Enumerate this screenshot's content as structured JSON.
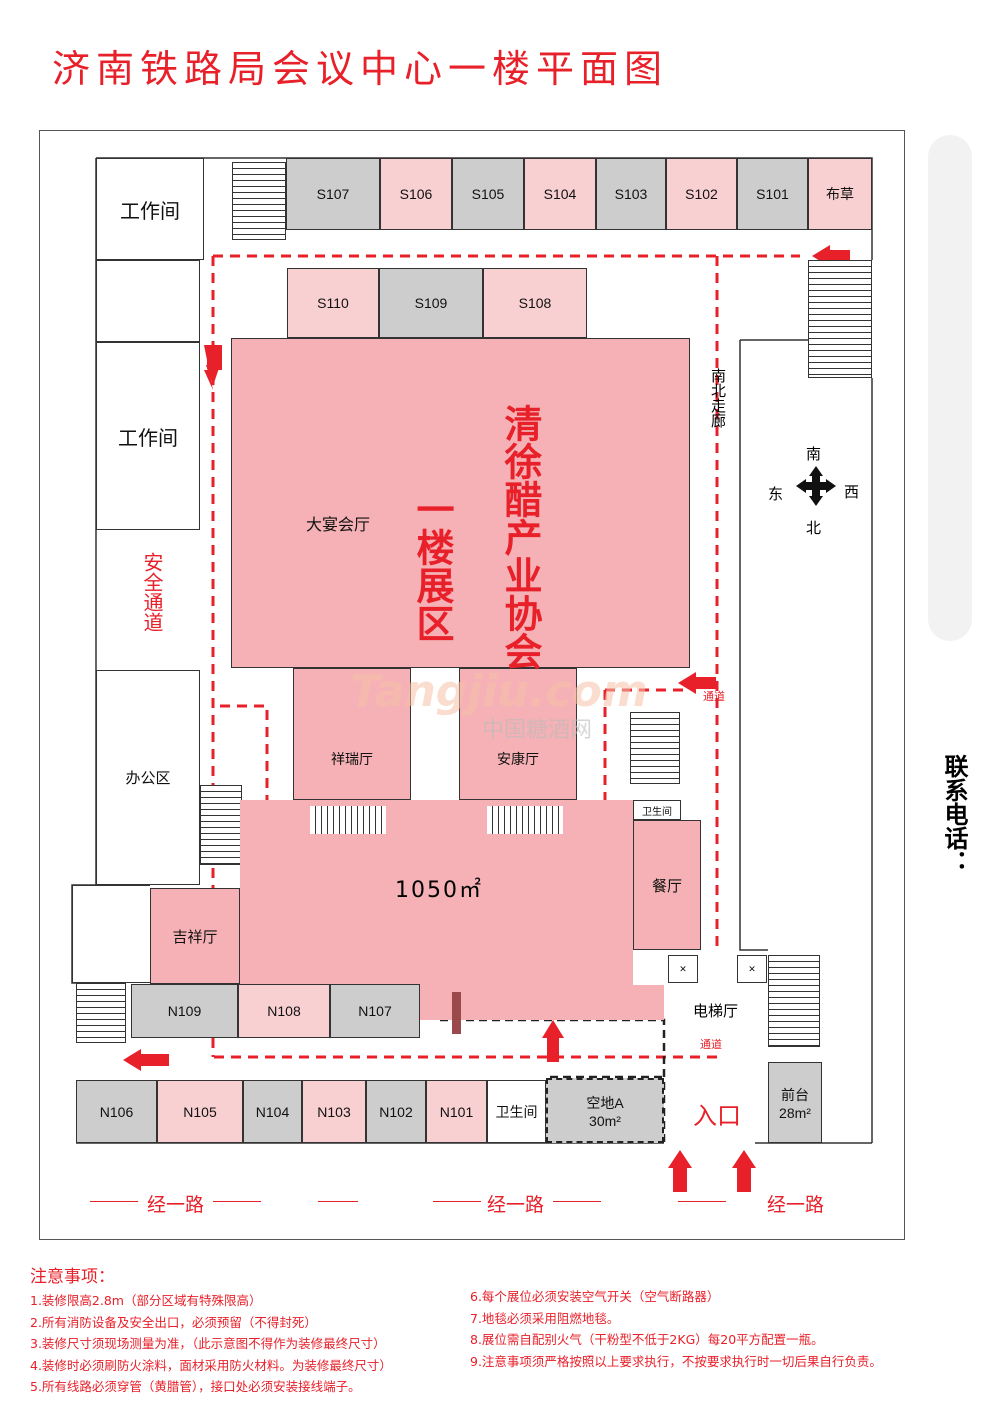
{
  "title": "济南铁路局会议中心一楼平面图",
  "colors": {
    "accent": "#e8202a",
    "pink": "#f5b1b5",
    "pink_light": "#f9d0d2",
    "gray": "#cdcdcd"
  },
  "rooms_top": [
    "S107",
    "S106",
    "S105",
    "S104",
    "S103",
    "S102",
    "S101",
    "布草"
  ],
  "rooms_mid": [
    "S110",
    "S109",
    "S108"
  ],
  "rooms_bottom_upper": [
    "N109",
    "N108",
    "N107"
  ],
  "rooms_bottom_lower": [
    "N106",
    "N105",
    "N104",
    "N103",
    "N102",
    "N101"
  ],
  "labels": {
    "workroom1": "工作间",
    "workroom2": "工作间",
    "safety_passage": "安全通道",
    "office": "办公区",
    "banquet_hall": "大宴会厅",
    "xiangrui_hall": "祥瑞厅",
    "ankang_hall": "安康厅",
    "jixiang_hall": "吉祥厅",
    "area": "1050㎡",
    "restaurant": "餐厅",
    "restroom_small": "卫生间",
    "restroom": "卫生间",
    "elevator_hall": "电梯厅",
    "space_a": "空地A",
    "space_a_area": "30m²",
    "entrance": "入口",
    "front_desk": "前台",
    "front_desk_area": "28m²",
    "corridor_ns": "南北走廊",
    "passage1": "通道",
    "passage2": "通道",
    "exhibit_zone": "一楼展区",
    "association": "清徐醋产业协会",
    "watermark_cn": "中国糖酒网",
    "watermark_en": "Tangjiu.com",
    "contact": "联系电话：",
    "road1": "经一路",
    "road2": "经一路",
    "road3": "经一路"
  },
  "compass": {
    "north": "北",
    "south": "南",
    "east": "东",
    "west": "西"
  },
  "notes": {
    "heading": "注意事项：",
    "left": [
      "1.装修限高2.8m（部分区域有特殊限高）",
      "2.所有消防设备及安全出口，必须预留（不得封死）",
      "3.装修尺寸须现场测量为准，（此示意图不得作为装修最终尺寸）",
      "4.装修时必须刷防火涂料，面材采用防火材料。为装修最终尺寸）",
      "5.所有线路必须穿管（黄腊管），接口处必须安装接线端子。"
    ],
    "right": [
      "6.每个展位必须安装空气开关（空气断路器）",
      "7.地毯必须采用阻燃地毯。",
      "8.展位需自配别火气（干粉型不低于2KG）每20平方配置一瓶。",
      "9.注意事项须严格按照以上要求执行，不按要求执行时一切后果自行负责。"
    ]
  }
}
